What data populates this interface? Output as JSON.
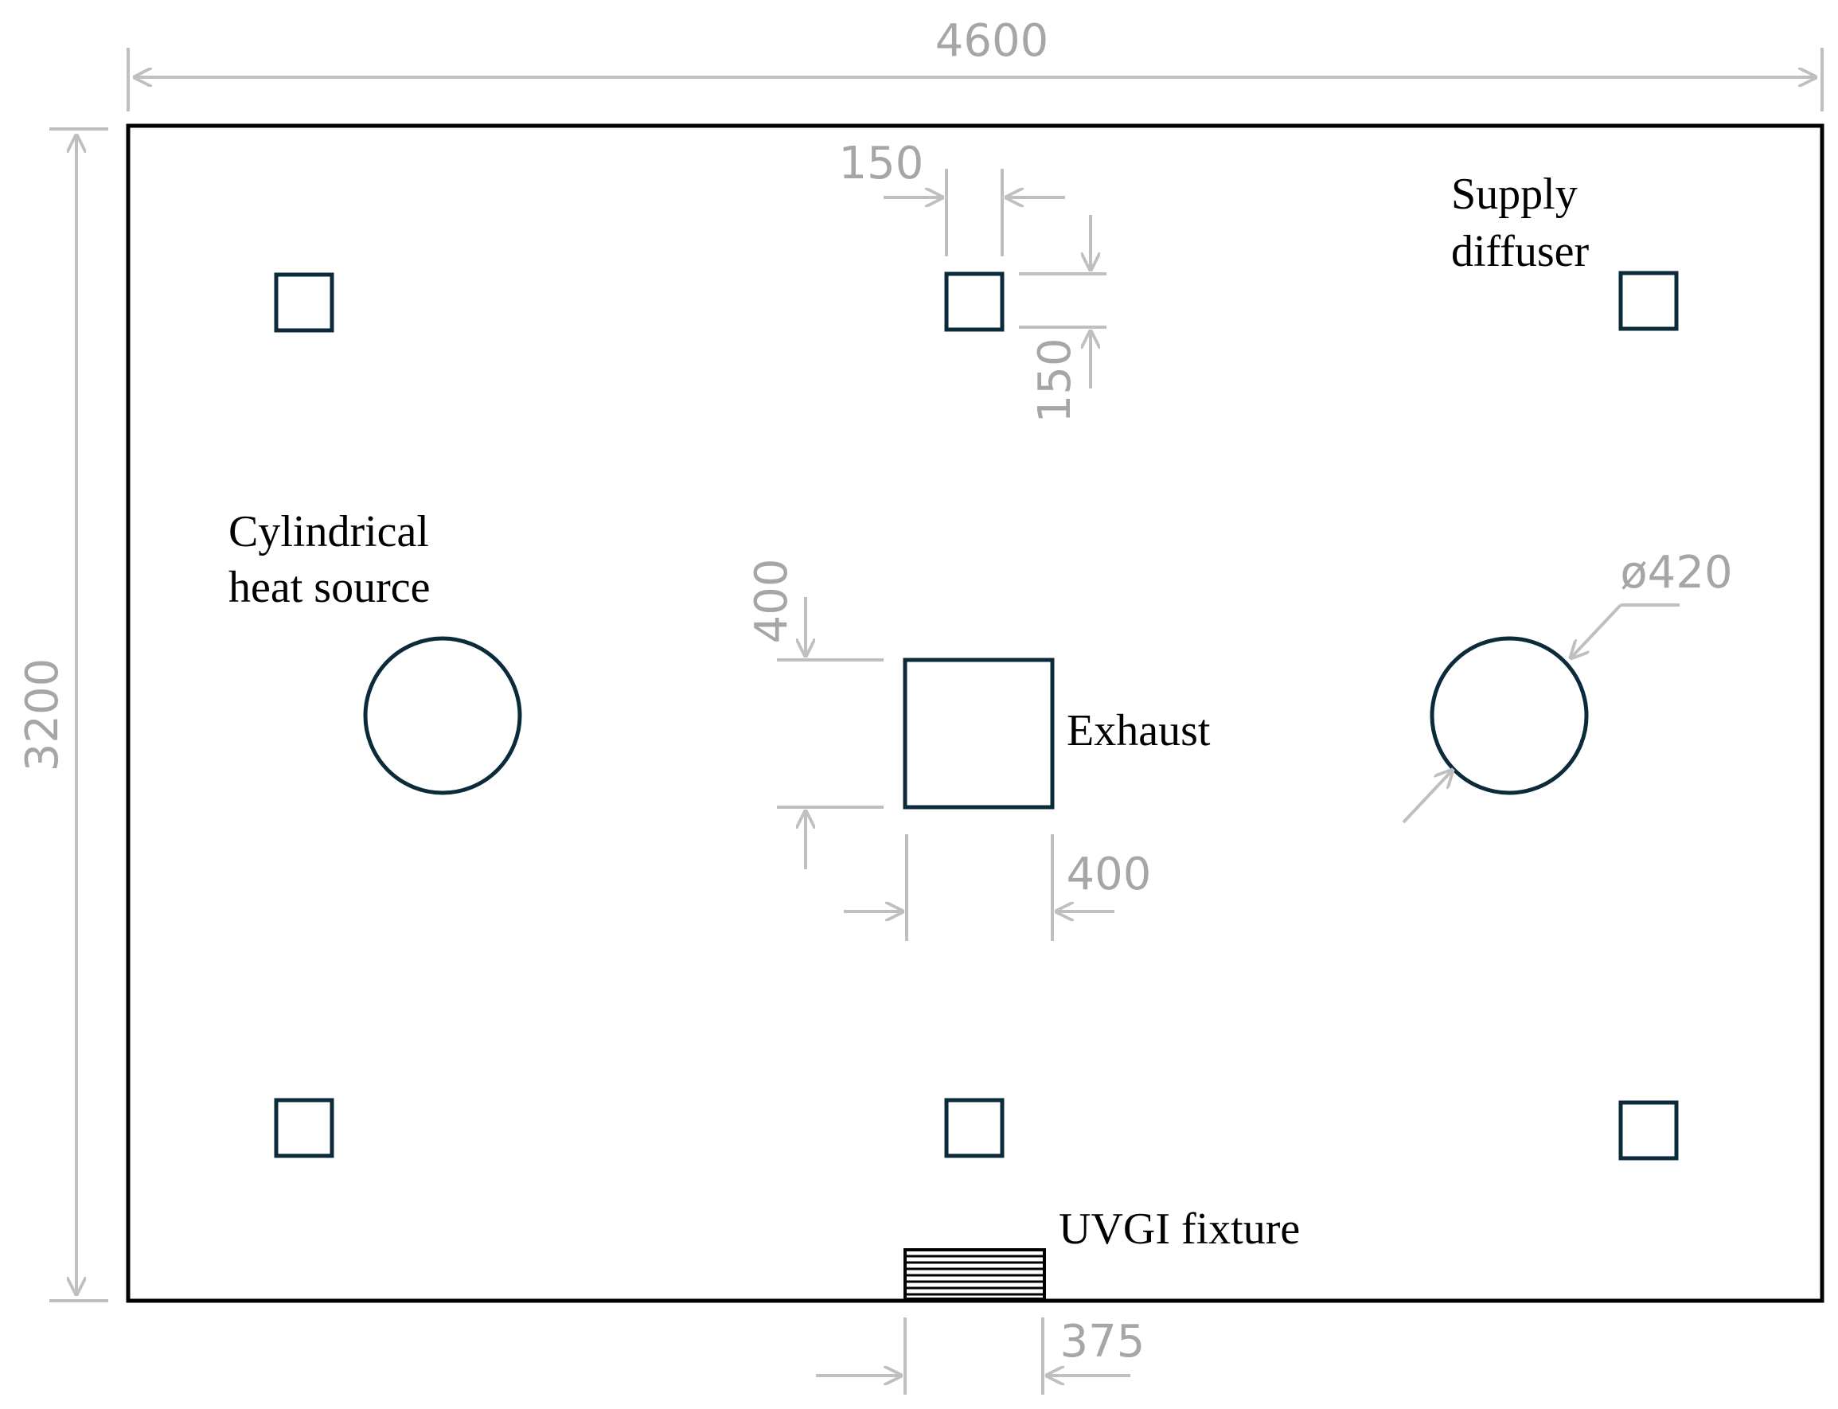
{
  "units": "mm",
  "room": {
    "width": "4600",
    "depth": "3200"
  },
  "diffuser_size": "150",
  "exhaust": {
    "label": "Exhaust",
    "width": "400",
    "height": "400"
  },
  "heat_source": {
    "label_line1": "Cylindrical",
    "label_line2": "heat source",
    "diameter": "ø420"
  },
  "supply": {
    "label_line1": "Supply",
    "label_line2": "diffuser"
  },
  "uvgi": {
    "label": "UVGI fixture",
    "width": "375"
  },
  "colors": {
    "object_outline": "#0b2a3a",
    "dimension": "#bfbfbf",
    "dimension_text": "#a6a6a6",
    "wall": "#000000"
  }
}
